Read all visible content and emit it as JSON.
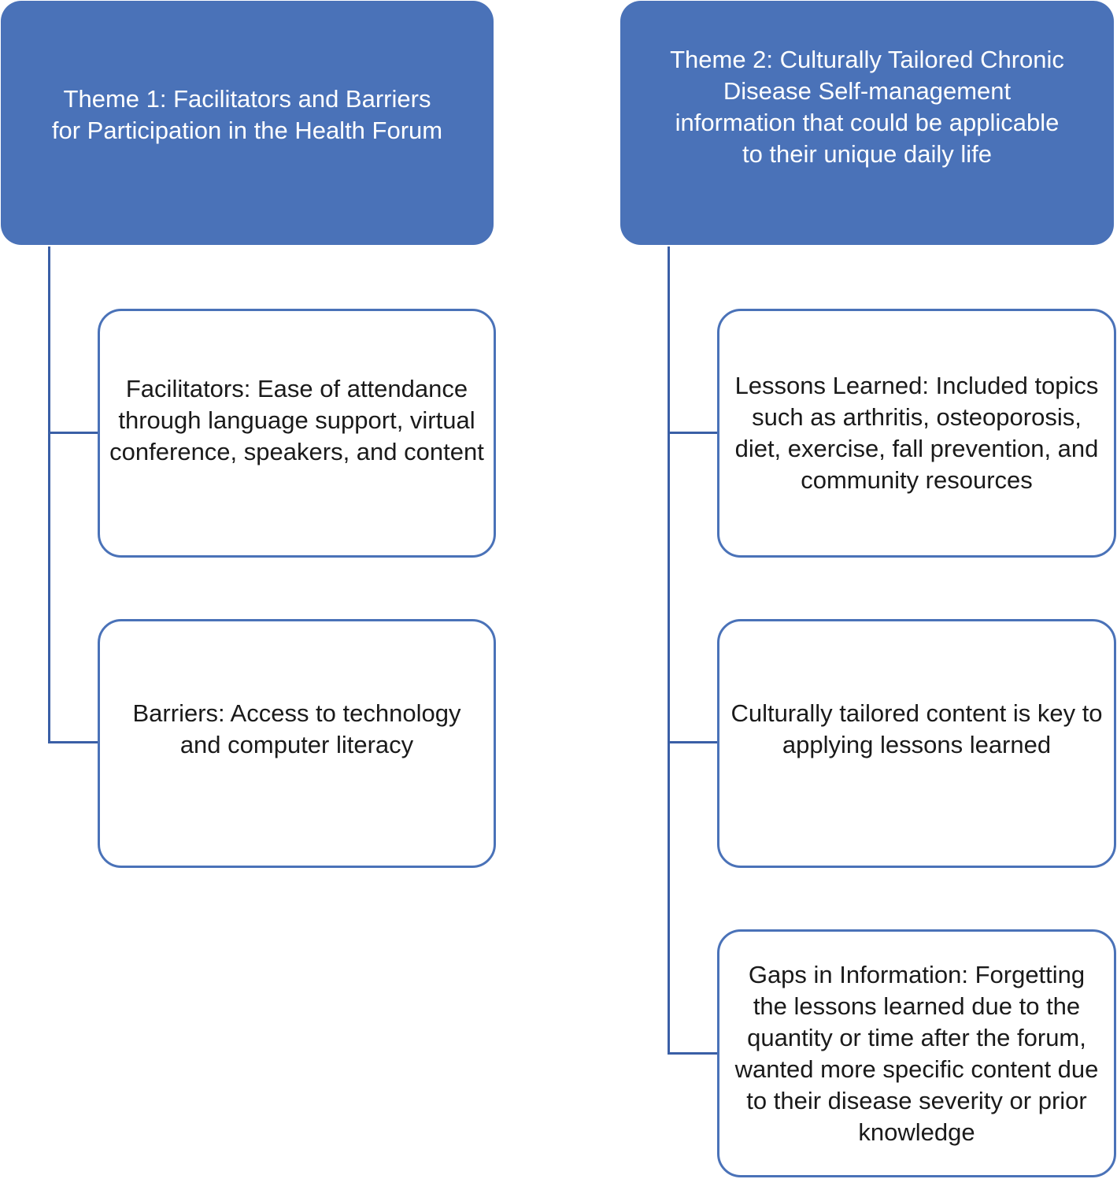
{
  "colors": {
    "theme_fill": "#4A72B8",
    "connector": "#3A5FA6",
    "child_border": "#4A72B8",
    "child_text": "#1a1a1a"
  },
  "themes": [
    {
      "title": "Theme 1: Facilitators and Barriers for Participation in the Health Forum",
      "children": [
        "Facilitators: Ease of attendance through language support, virtual conference, speakers, and content",
        "Barriers: Access to technology and computer literacy"
      ]
    },
    {
      "title": "Theme 2: Culturally Tailored Chronic Disease Self-management information that could be applicable to their unique daily life",
      "children": [
        "Lessons Learned: Included topics such as arthritis, osteoporosis, diet, exercise, fall prevention, and community resources",
        "Culturally tailored content is key to applying lessons learned",
        "Gaps in Information: Forgetting the lessons learned due to the quantity or time after the forum, wanted more specific content due to their disease severity or prior knowledge"
      ]
    }
  ]
}
